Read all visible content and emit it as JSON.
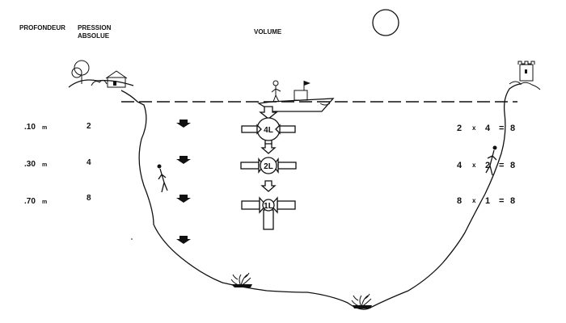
{
  "headers": {
    "depth": "PROFONDEUR",
    "pressure_line1": "PRESSION",
    "pressure_line2": "ABSOLUE",
    "volume": "VOLUME"
  },
  "rows": [
    {
      "depth_value": ".10",
      "depth_unit": "m",
      "pressure": "2",
      "volume_label": "4L",
      "calc_a": "2",
      "calc_op": "x",
      "calc_b": "4",
      "calc_eq": "=",
      "calc_result": "8"
    },
    {
      "depth_value": ".30",
      "depth_unit": "m",
      "pressure": "4",
      "volume_label": "2L",
      "calc_a": "4",
      "calc_op": "x",
      "calc_b": "2",
      "calc_eq": "=",
      "calc_result": "8"
    },
    {
      "depth_value": ".70",
      "depth_unit": "m",
      "pressure": "8",
      "volume_label": "1L",
      "calc_a": "8",
      "calc_op": "x",
      "calc_b": "1",
      "calc_eq": "=",
      "calc_result": "8"
    }
  ]
}
